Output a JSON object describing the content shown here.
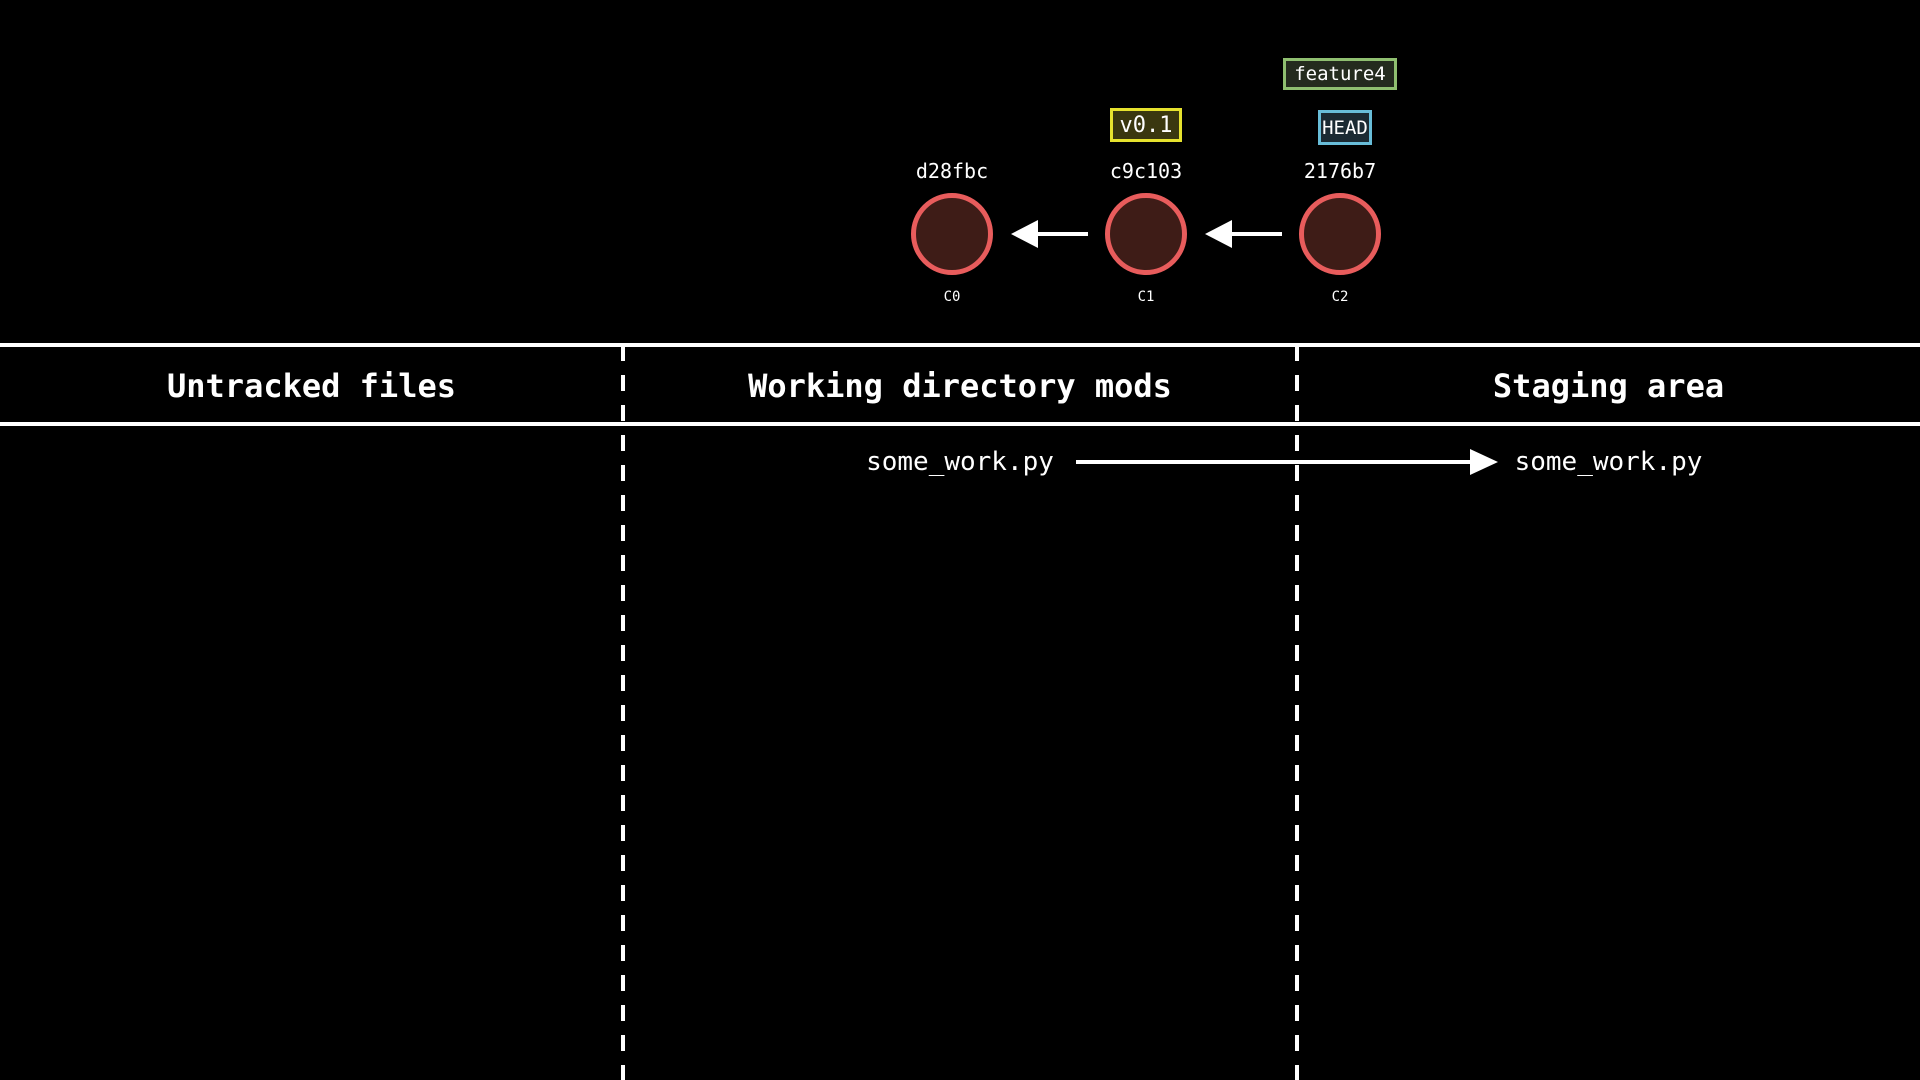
{
  "colors": {
    "background": "#000000",
    "commit-border": "#e85c5c",
    "commit-fill": "#3e1c17",
    "line": "#ffffff",
    "text": "#ffffff",
    "tag-v01-border": "#e6e22e",
    "tag-v01-bg": "#3a370f",
    "tag-feature4-border": "#8fbf70",
    "tag-feature4-bg": "#242b1e",
    "tag-head-border": "#68bdd9",
    "tag-head-bg": "#1b2a33"
  },
  "commit_graph": {
    "commits": [
      {
        "hash": "d28fbc",
        "label": "C0"
      },
      {
        "hash": "c9c103",
        "label": "C1"
      },
      {
        "hash": "2176b7",
        "label": "C2"
      }
    ],
    "tags": {
      "version": "v0.1",
      "branch": "feature4",
      "head": "HEAD"
    }
  },
  "table": {
    "headers": [
      "Untracked files",
      "Working directory mods",
      "Staging area"
    ],
    "working_directory_file": "some_work.py",
    "staging_area_file": "some_work.py"
  }
}
